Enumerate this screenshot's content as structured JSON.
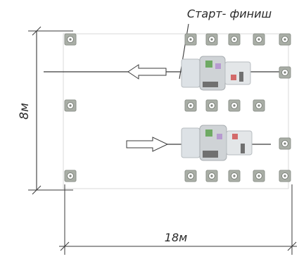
{
  "labels": {
    "start_finish": "Старт- финиш",
    "height": "8м",
    "width": "18м"
  },
  "colors": {
    "line": "#3a3a3a",
    "cone_fill": "#a9aea6",
    "cone_inner": "#ffffff",
    "arrow_fill": "#ffffff",
    "robot_body": "#cfd3d6",
    "robot_accent_green": "#6faa64",
    "robot_accent_purple": "#b79ad0",
    "robot_accent_red": "#d36a6a",
    "robot_dark": "#707070"
  }
}
